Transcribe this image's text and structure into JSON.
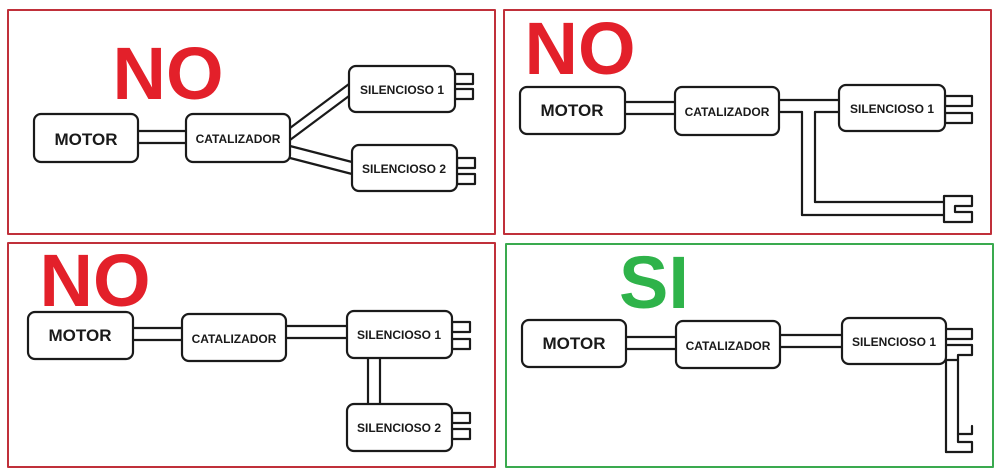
{
  "colors": {
    "bad": "#e3202a",
    "good": "#2fb34a",
    "bad_border": "#c0303a",
    "good_border": "#3aaa4f",
    "stroke": "#1a1a1a"
  },
  "panels": [
    {
      "verdict": "NO",
      "status": "bad",
      "boxes": {
        "motor": "MOTOR",
        "catalizador": "CATALIZADOR",
        "silencioso1": "SILENCIOSO 1",
        "silencioso2": "SILENCIOSO 2"
      }
    },
    {
      "verdict": "NO",
      "status": "bad",
      "boxes": {
        "motor": "MOTOR",
        "catalizador": "CATALIZADOR",
        "silencioso1": "SILENCIOSO 1"
      }
    },
    {
      "verdict": "NO",
      "status": "bad",
      "boxes": {
        "motor": "MOTOR",
        "catalizador": "CATALIZADOR",
        "silencioso1": "SILENCIOSO 1",
        "silencioso2": "SILENCIOSO 2"
      }
    },
    {
      "verdict": "SI",
      "status": "good",
      "boxes": {
        "motor": "MOTOR",
        "catalizador": "CATALIZADOR",
        "silencioso1": "SILENCIOSO 1"
      }
    }
  ]
}
